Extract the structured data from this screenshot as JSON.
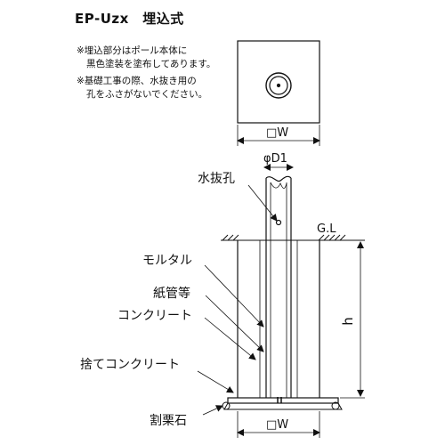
{
  "title": "EP-Uzx　埋込式",
  "notes": [
    "※埋込部分はポール本体に",
    "黒色塗装を塗布してあります。",
    "※基礎工事の際、水抜き用の",
    "孔をふさがないでください。"
  ],
  "labels": {
    "top_width": "□W",
    "diameter": "φD1",
    "drain_hole": "水抜孔",
    "ground_line": "G.L",
    "mortar": "モルタル",
    "paper_tube": "紙管等",
    "concrete": "コンクリート",
    "base_concrete": "捨てコンクリート",
    "crushed_stone": "割栗石",
    "height": "h",
    "bottom_width": "□W"
  }
}
